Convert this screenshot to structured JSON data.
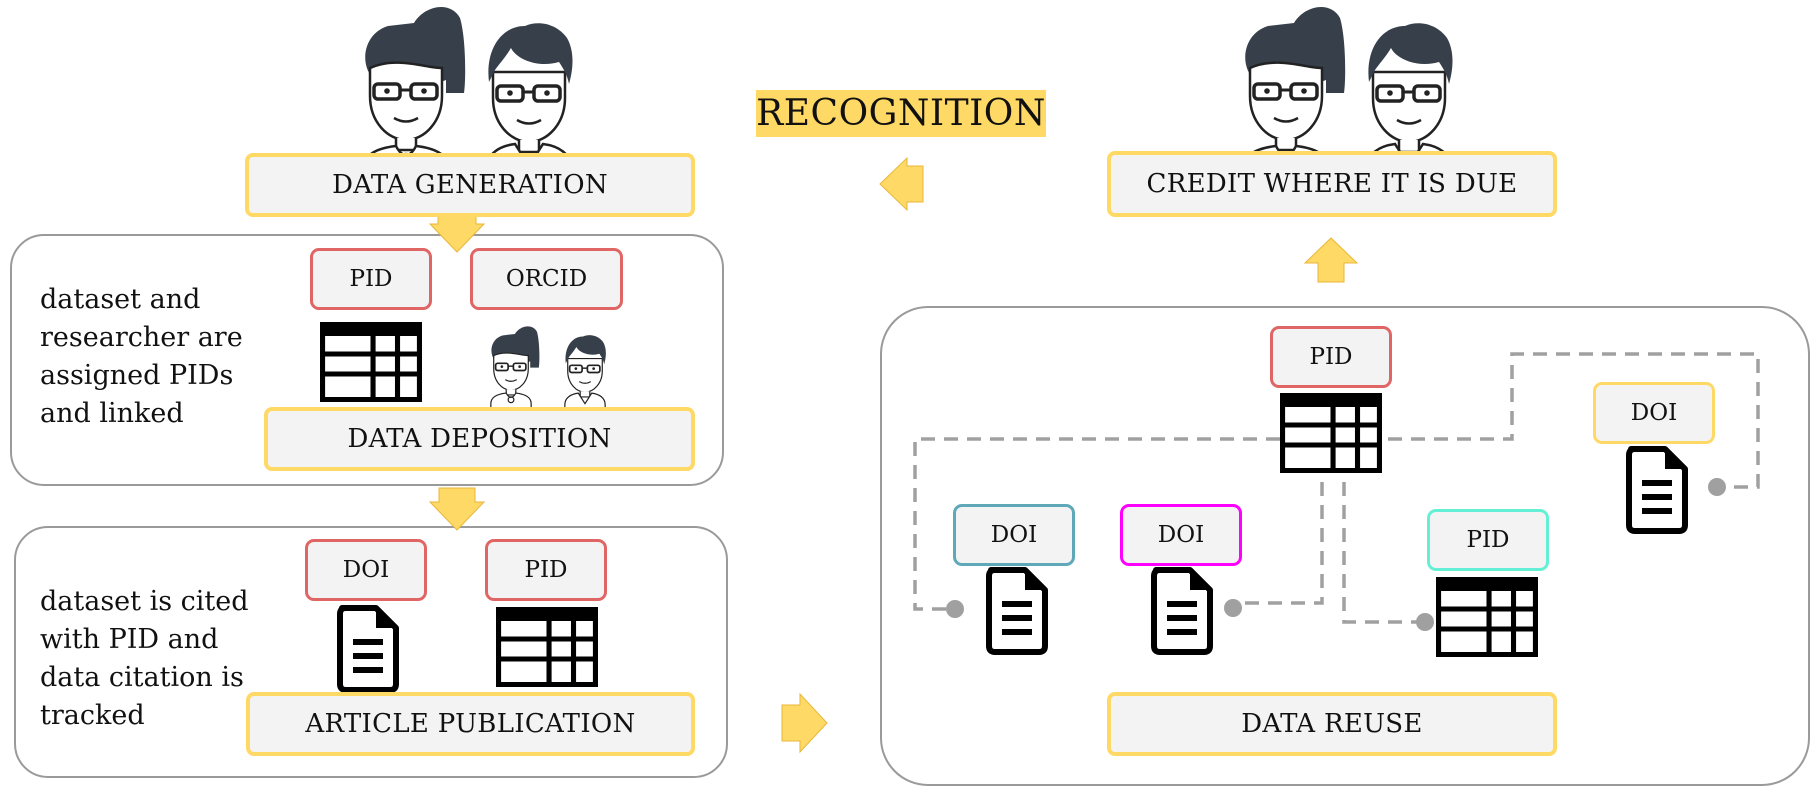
{
  "colors": {
    "accent_yellow": "#ffd966",
    "pid_red": "#e06666",
    "doi_teal": "#5fa8b8",
    "doi_magenta": "#ff00ff",
    "pid_mint": "#64f0d4",
    "stage_fill": "#f3f3f3",
    "dashed_line": "#a0a0a0"
  },
  "recognition": "RECOGNITION",
  "stages": {
    "data_generation": "DATA GENERATION",
    "data_deposition": "DATA DEPOSITION",
    "article_publication": "ARTICLE PUBLICATION",
    "credit": "CREDIT WHERE IT IS DUE",
    "data_reuse": "DATA REUSE"
  },
  "descriptions": {
    "deposition": [
      "dataset and",
      "researcher are",
      "assigned PIDs",
      "and linked"
    ],
    "publication": [
      "dataset is cited",
      "with PID and",
      "data citation is",
      "tracked"
    ]
  },
  "tags": {
    "deposition_pid": "PID",
    "deposition_orcid": "ORCID",
    "publication_doi": "DOI",
    "publication_pid": "PID",
    "reuse_pid_center": "PID",
    "reuse_doi_right": "DOI",
    "reuse_doi_teal": "DOI",
    "reuse_doi_magenta": "DOI",
    "reuse_pid_mint": "PID"
  },
  "icons": [
    "researcher-female-icon",
    "researcher-male-icon",
    "dataset-table-icon",
    "document-icon",
    "arrow-icon"
  ]
}
